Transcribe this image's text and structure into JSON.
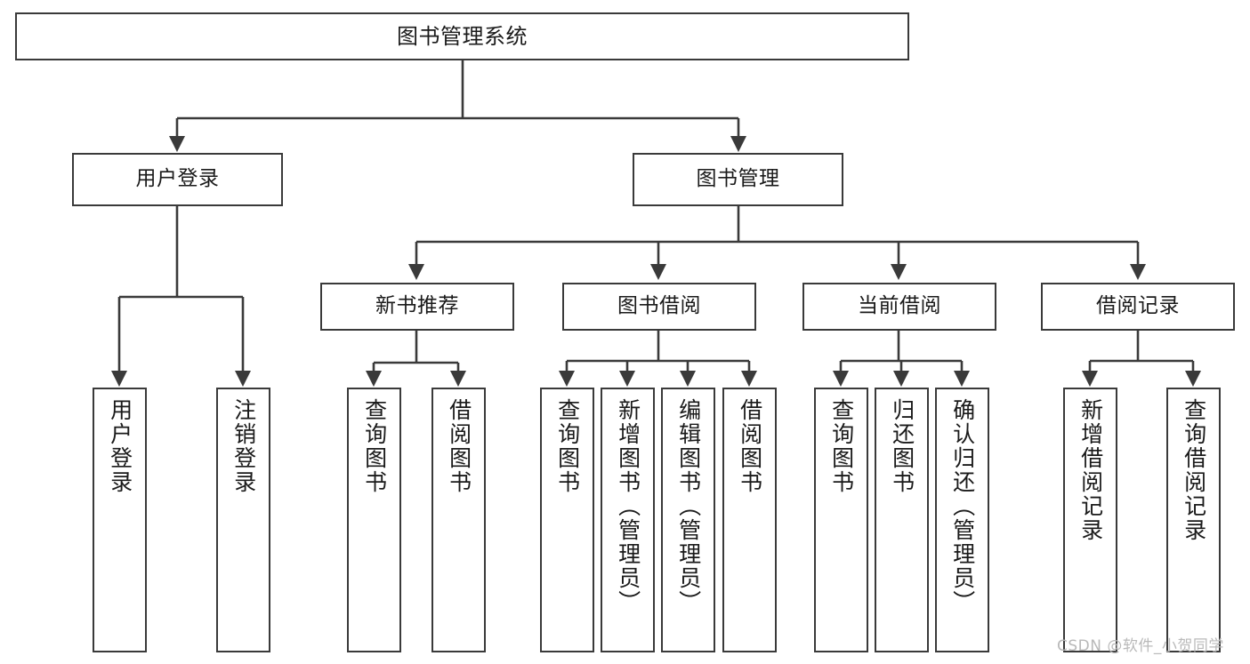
{
  "diagram": {
    "title": "图书管理系统",
    "type": "hierarchy-tree",
    "colors": {
      "background": "#ffffff",
      "box_border": "#3a3a3a",
      "connector": "#3a3a3a",
      "text": "#1a1a1a",
      "watermark": "#b9b9b9"
    },
    "root": {
      "label": "图书管理系统"
    },
    "level2": [
      {
        "label": "用户登录"
      },
      {
        "label": "图书管理"
      }
    ],
    "level3": [
      {
        "label": "新书推荐"
      },
      {
        "label": "图书借阅"
      },
      {
        "label": "当前借阅"
      },
      {
        "label": "借阅记录"
      }
    ],
    "leaves": {
      "user_login": [
        {
          "label": "用户登录"
        },
        {
          "label": "注销登录"
        }
      ],
      "new_book_recommend": [
        {
          "label": "查询图书"
        },
        {
          "label": "借阅图书"
        }
      ],
      "book_borrow": [
        {
          "label": "查询图书"
        },
        {
          "label": "新增图书（管理员）"
        },
        {
          "label": "编辑图书（管理员）"
        },
        {
          "label": "借阅图书"
        }
      ],
      "current_borrow": [
        {
          "label": "查询图书"
        },
        {
          "label": "归还图书"
        },
        {
          "label": "确认归还（管理员）"
        }
      ],
      "borrow_record": [
        {
          "label": "新增借阅记录"
        },
        {
          "label": "查询借阅记录"
        }
      ]
    },
    "watermark": "CSDN @软件_小贺同学"
  }
}
